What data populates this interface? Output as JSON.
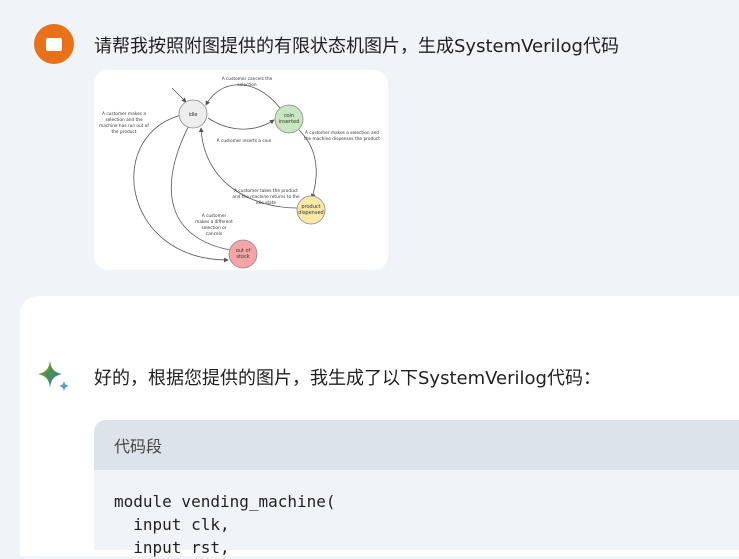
{
  "user": {
    "prompt": "请帮我按照附图提供的有限状态机图片，生成SystemVerilog代码"
  },
  "diagram": {
    "states": {
      "idle": "idle",
      "coin_inserted": [
        "coin",
        "inserted"
      ],
      "product_dispensed": [
        "product",
        "dispensed"
      ],
      "out_of_stock": [
        "out of",
        "stock"
      ]
    },
    "notes": {
      "cancel": [
        "A customer cancels the",
        "selection"
      ],
      "insert_coin": "A customer inserts a coin",
      "select_dispense": [
        "A customer makes a selection and",
        "the machine dispenses the product"
      ],
      "take_product": [
        "A customer takes the product",
        "and the machine returns to the",
        "idle state"
      ],
      "different_selection": [
        "A customer",
        "makes a different",
        "selection or",
        "cancels"
      ],
      "run_out": [
        "A customer makes a",
        "selection and the",
        "machine has run out of",
        "the product"
      ]
    },
    "colors": {
      "idle": "#eeeeee",
      "coin": "#c8e6c0",
      "product": "#fbe8a6",
      "stock": "#f4a6a6"
    }
  },
  "response": {
    "text": "好的，根据您提供的图片，我生成了以下SystemVerilog代码：",
    "code_header": "代码段",
    "code_lines": [
      "module vending_machine(",
      "  input clk,",
      "  input rst,"
    ]
  }
}
